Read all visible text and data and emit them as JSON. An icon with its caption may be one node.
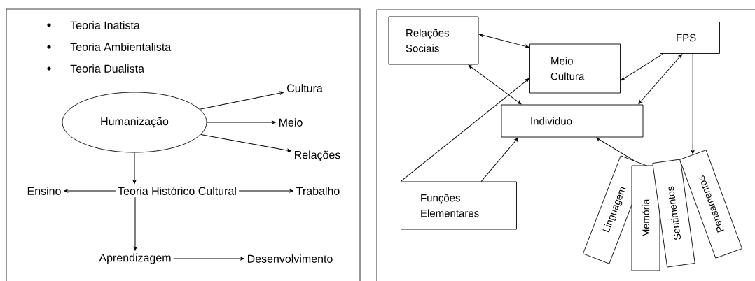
{
  "diagram": {
    "nodes": [
      {
        "text": [
          "Humanização"
        ]
      },
      {
        "text": [
          "Cultura"
        ]
      },
      {
        "text": [
          "Meio"
        ]
      },
      {
        "text": [
          "Relações"
        ]
      },
      {
        "text": [
          "Teoria Histórico Cultural"
        ]
      },
      {
        "text": [
          "Ensino"
        ]
      },
      {
        "text": [
          "Trabalho"
        ]
      },
      {
        "text": [
          "Aprendizagem"
        ]
      },
      {
        "text": [
          "Desenvolvimento"
        ]
      },
      {
        "text": [
          "Relações Sociais"
        ]
      },
      {
        "text": [
          "Meio Cultura"
        ]
      },
      {
        "text": [
          "FPS"
        ]
      },
      {
        "text": [
          "Individuo"
        ]
      },
      {
        "text": [
          "Funções Elementares"
        ]
      },
      {
        "text": [
          "Linguagem"
        ]
      },
      {
        "text": [
          "Memória"
        ]
      },
      {
        "text": [
          "Sentimentos"
        ]
      },
      {
        "text": [
          "Pensamentos"
        ]
      }
    ],
    "edges": [
      {
        "from": 0,
        "to": 1,
        "arrow": "to"
      },
      {
        "from": 0,
        "to": 2,
        "arrow": "to"
      },
      {
        "from": 0,
        "to": 3,
        "arrow": "to"
      },
      {
        "from": 0,
        "to": 4,
        "arrow": "to"
      },
      {
        "from": 4,
        "to": 5,
        "arrow": "to"
      },
      {
        "from": 4,
        "to": 6,
        "arrow": "to"
      },
      {
        "from": 4,
        "to": 7,
        "arrow": "to"
      },
      {
        "from": 7,
        "to": 8,
        "arrow": "to"
      },
      {
        "from": 9,
        "to": 10,
        "arrow": "both"
      },
      {
        "from": 9,
        "to": 12,
        "arrow": "both"
      },
      {
        "from": 13,
        "to": 10,
        "arrow": "to"
      },
      {
        "from": 13,
        "to": 12,
        "arrow": "to"
      },
      {
        "from": 11,
        "to": 10,
        "arrow": "to"
      },
      {
        "from": 11,
        "to": 12,
        "arrow": "both"
      },
      {
        "from": 11,
        "to": 17,
        "arrow": "to"
      },
      {
        "from": 14,
        "to": 12,
        "arrow": "to"
      }
    ],
    "labels": [
      "Teoria Inatista",
      "Teoria Ambientalista",
      "Teoria Dualista"
    ]
  }
}
